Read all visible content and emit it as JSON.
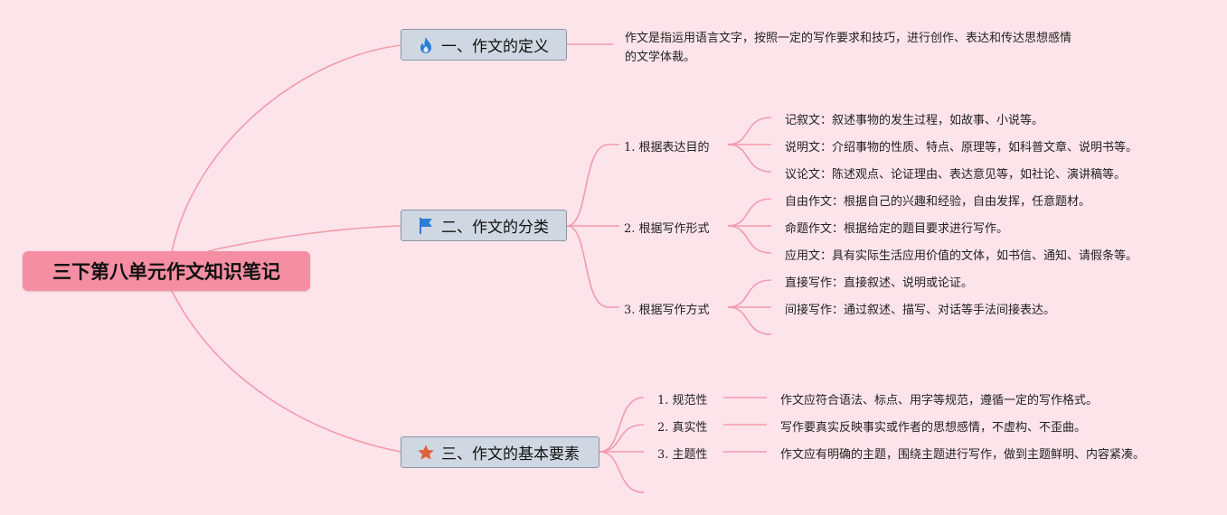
{
  "root": {
    "title": "三下第八单元作文知识笔记"
  },
  "branches": [
    {
      "label": "一、作文的定义",
      "icon": "fire-icon",
      "description": "作文是指运用语言文字，按照一定的写作要求和技巧，进行创作、表达和传达思想感情的文学体裁。"
    },
    {
      "label": "二、作文的分类",
      "icon": "flag-icon",
      "groups": [
        {
          "label": "1. 根据表达目的",
          "items": [
            "记叙文：叙述事物的发生过程，如故事、小说等。",
            "说明文：介绍事物的性质、特点、原理等，如科普文章、说明书等。",
            "议论文：陈述观点、论证理由、表达意见等，如社论、演讲稿等。"
          ]
        },
        {
          "label": "2. 根据写作形式",
          "items": [
            "自由作文：根据自己的兴趣和经验，自由发挥，任意题材。",
            "命题作文：根据给定的题目要求进行写作。",
            "应用文：具有实际生活应用价值的文体，如书信、通知、请假条等。"
          ]
        },
        {
          "label": "3. 根据写作方式",
          "items": [
            "直接写作：直接叙述、说明或论证。",
            "间接写作：通过叙述、描写、对话等手法间接表达。"
          ]
        }
      ]
    },
    {
      "label": "三、作文的基本要素",
      "icon": "star-icon",
      "groups": [
        {
          "label": "1. 规范性",
          "detail": "作文应符合语法、标点、用字等规范，遵循一定的写作格式。"
        },
        {
          "label": "2. 真实性",
          "detail": "写作要真实反映事实或作者的思想感情，不虚构、不歪曲。"
        },
        {
          "label": "3. 主题性",
          "detail": "作文应有明确的主题，围绕主题进行写作，做到主题鲜明、内容紧凑。"
        }
      ]
    }
  ],
  "colors": {
    "background": "#fde4ea",
    "root_fill": "#f58ea3",
    "branch_fill": "#cfd8e2",
    "connector": "#f29ab0",
    "fire": "#2a7fd4",
    "flag": "#2a7fd4",
    "star": "#e0623a"
  }
}
